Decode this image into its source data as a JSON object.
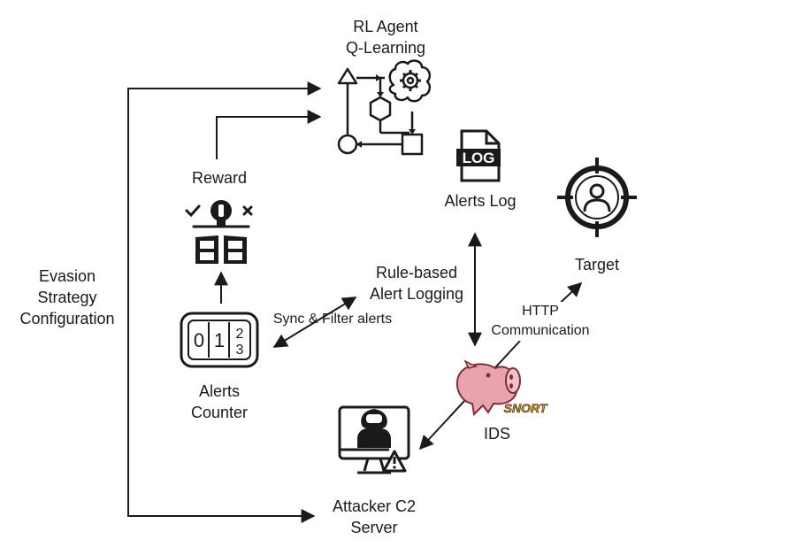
{
  "nodes": {
    "rl_agent": {
      "line1": "RL Agent",
      "line2": "Q-Learning"
    },
    "reward": {
      "label": "Reward"
    },
    "alerts_log": {
      "label": "Alerts Log",
      "badge": "LOG"
    },
    "target": {
      "label": "Target"
    },
    "rule_logging": {
      "line1": "Rule-based",
      "line2": "Alert Logging"
    },
    "alerts_counter": {
      "line1": "Alerts",
      "line2": "Counter",
      "digits": [
        "0",
        "1",
        "2",
        "3"
      ]
    },
    "ids": {
      "label": "IDS",
      "brand": "SNORT"
    },
    "attacker": {
      "line1": "Attacker C2",
      "line2": "Server"
    },
    "evasion": {
      "line1": "Evasion",
      "line2": "Strategy",
      "line3": "Configuration"
    }
  },
  "edges": {
    "sync_filter": {
      "label": "Sync & Filter alerts"
    },
    "http": {
      "line1": "HTTP",
      "line2": "Communication"
    }
  },
  "colors": {
    "ink": "#1a1a1a",
    "snort_pink": "#e9a3ad",
    "snort_dark": "#7a2e3a",
    "snort_gold": "#d89a1c"
  },
  "icons": [
    "flowchart-brain-icon",
    "reward-icon",
    "log-file-icon",
    "target-user-icon",
    "counter-icon",
    "snort-pig-icon",
    "hacker-monitor-icon"
  ]
}
